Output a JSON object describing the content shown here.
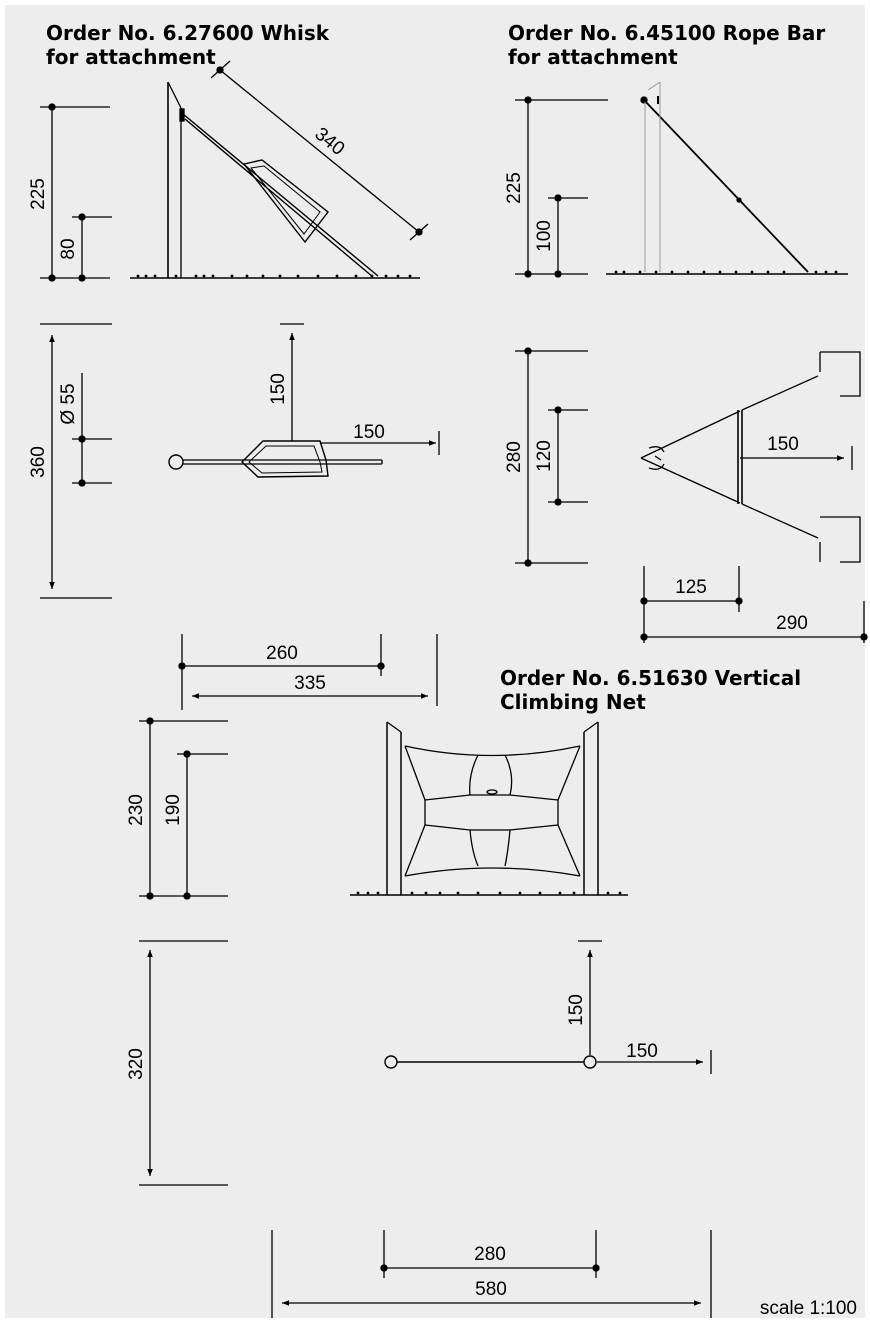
{
  "titles": {
    "whisk_line1": "Order No. 6.27600 Whisk",
    "whisk_line2": "for attachment",
    "rope_line1": "Order No. 6.45100 Rope Bar",
    "rope_line2": "for attachment",
    "net_line1": "Order No. 6.51630 Vertical",
    "net_line2": "Climbing Net"
  },
  "dimensions": {
    "whisk_height": "225",
    "whisk_mount": "80",
    "whisk_arm": "340",
    "whisk_plan_depth": "360",
    "whisk_diameter": "Ø 55",
    "whisk_plan_150_v": "150",
    "whisk_plan_150_h": "150",
    "whisk_260": "260",
    "whisk_335": "335",
    "rope_height": "225",
    "rope_mount": "100",
    "rope_plan_280": "280",
    "rope_plan_120": "120",
    "rope_plan_150": "150",
    "rope_125": "125",
    "rope_290": "290",
    "net_230": "230",
    "net_190": "190",
    "net_320": "320",
    "net_150_v": "150",
    "net_150_h": "150",
    "net_280": "280",
    "net_580": "580"
  },
  "scale": "scale 1:100",
  "colors": {
    "background": "#ededed",
    "line": "#000000",
    "guide": "#9a9a9a"
  }
}
